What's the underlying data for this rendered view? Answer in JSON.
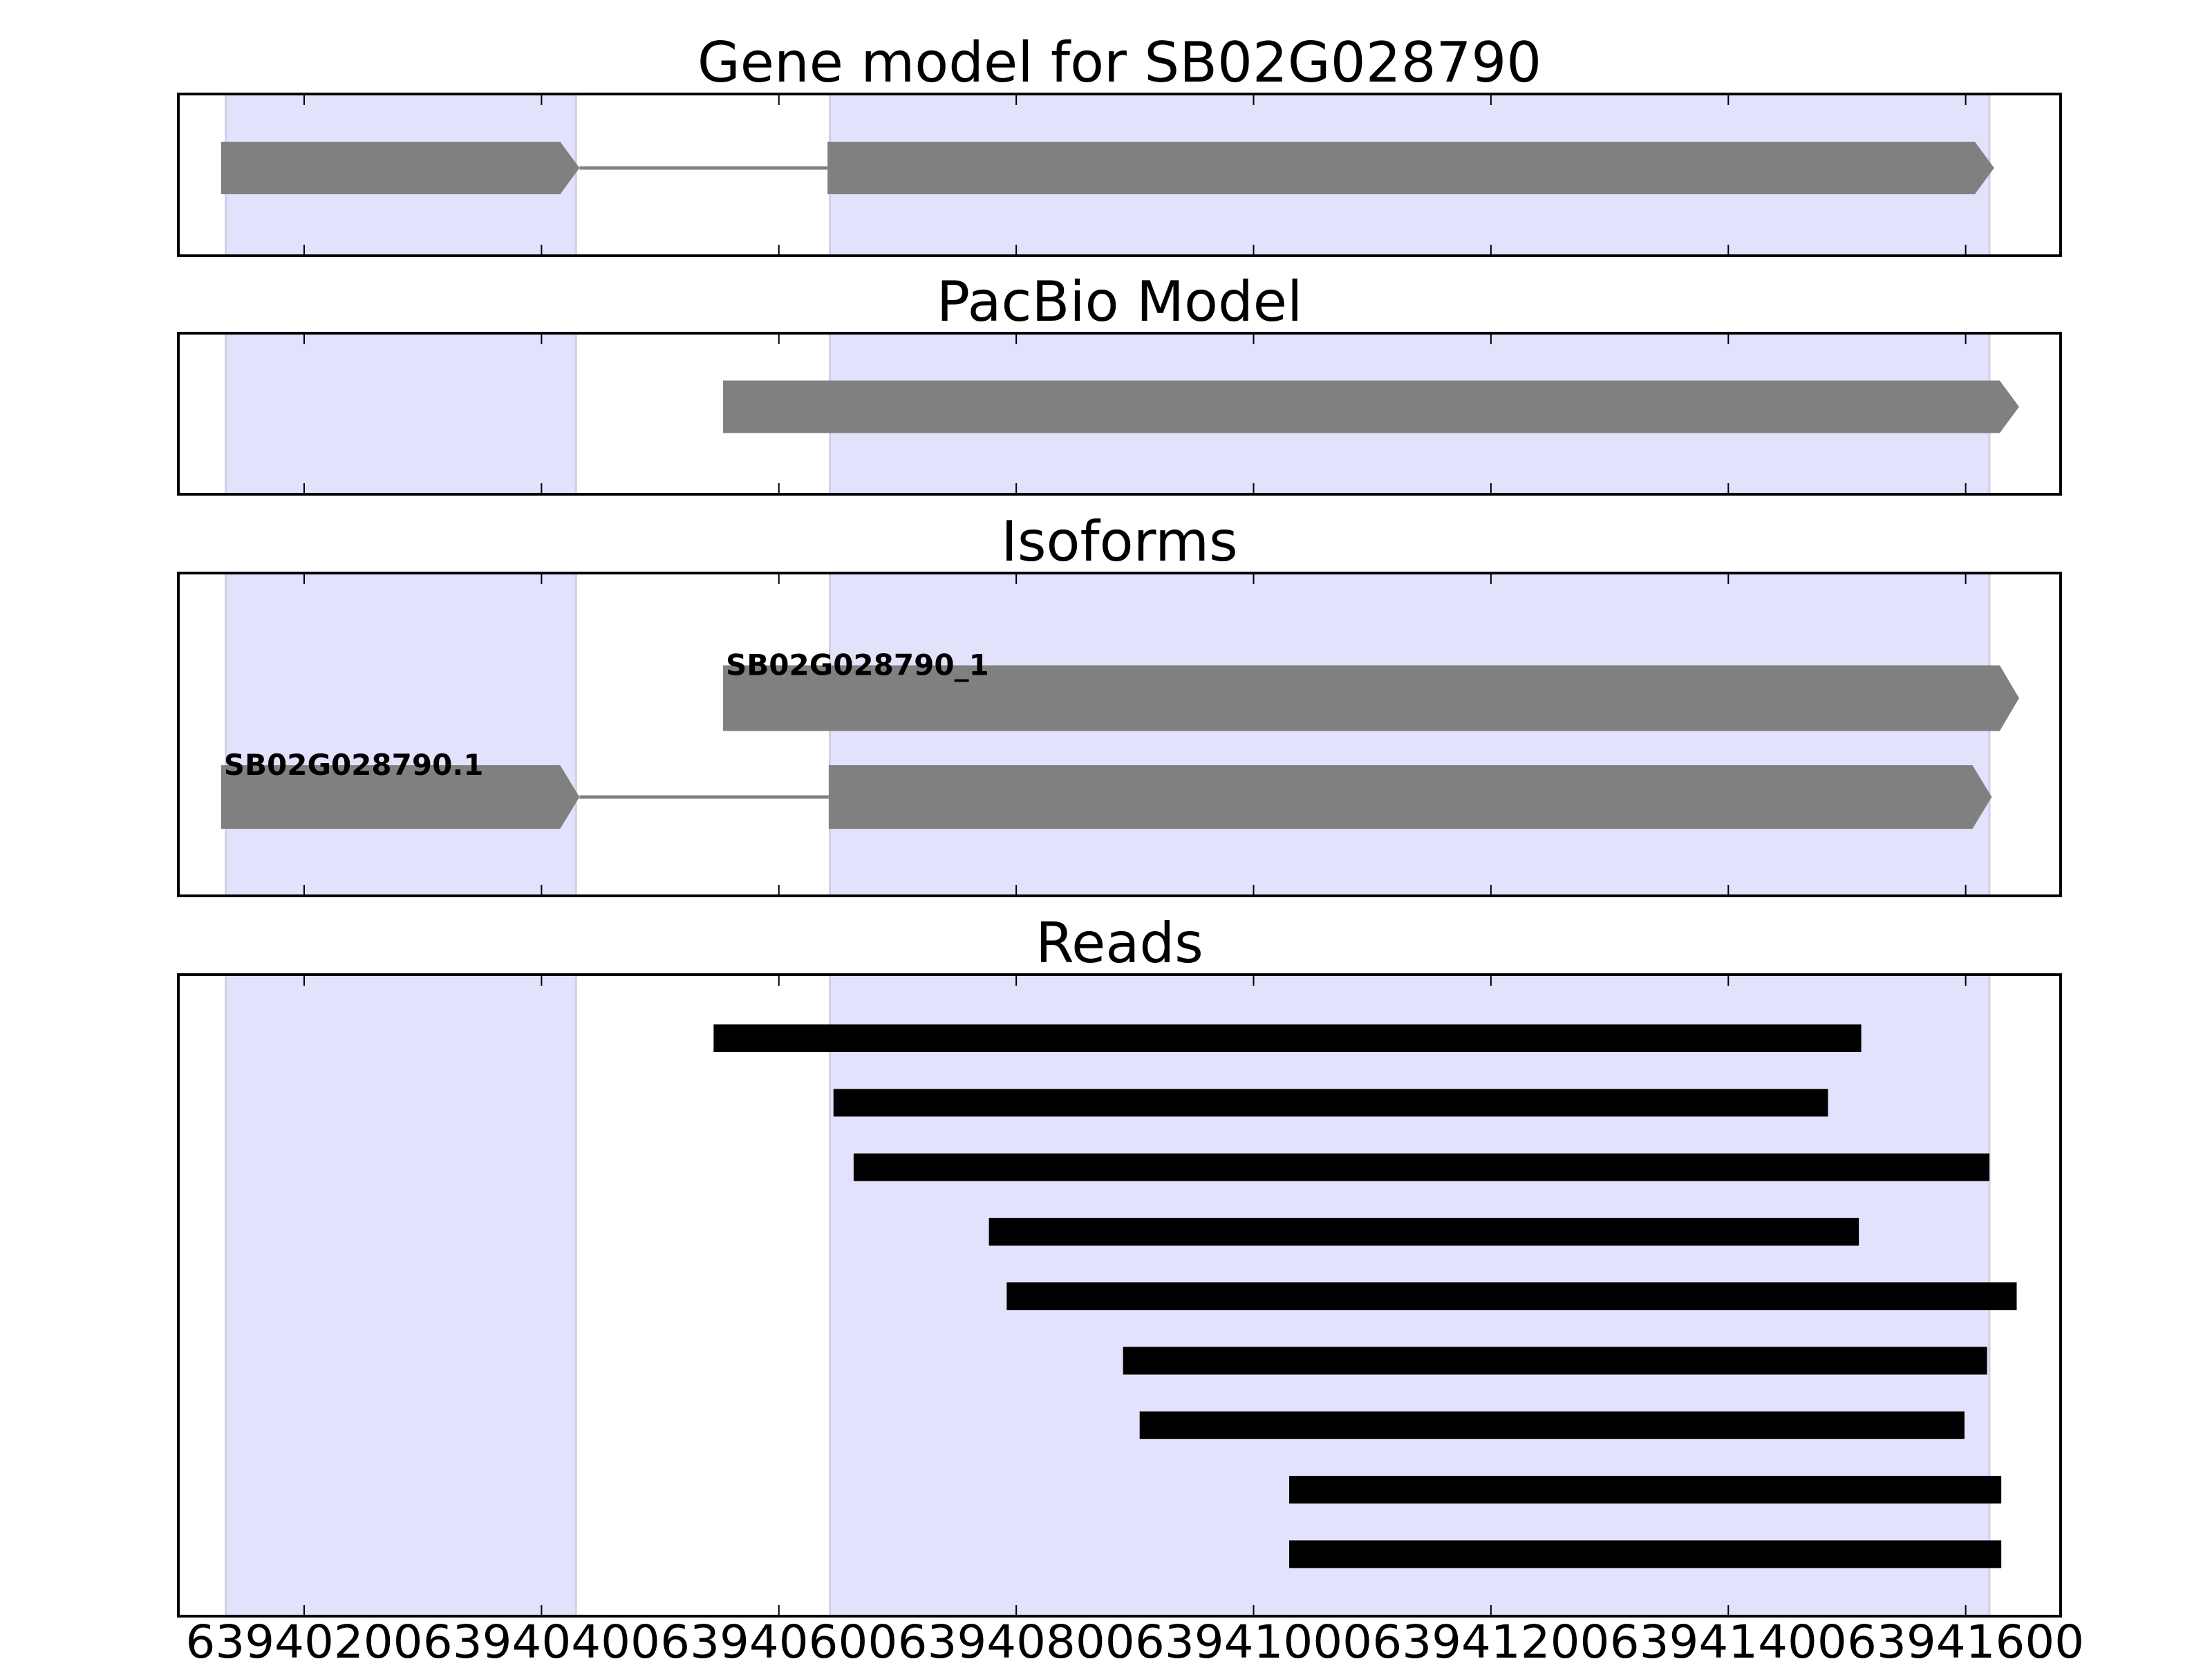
{
  "chart_data": [
    {
      "type": "gene-track",
      "title": "Gene model for SB02G028790",
      "xlim": [
        63940094,
        63941680
      ],
      "features": [
        {
          "name": "",
          "exons": [
            [
              63940130,
              63940432
            ],
            [
              63940641,
              63941624
            ]
          ],
          "strand": "+"
        }
      ]
    },
    {
      "type": "gene-track",
      "title": "PacBio Model",
      "xlim": [
        63940094,
        63941680
      ],
      "features": [
        {
          "name": "",
          "exons": [
            [
              63940553,
              63941645
            ]
          ],
          "strand": "+"
        }
      ]
    },
    {
      "type": "gene-track",
      "title": "Isoforms",
      "xlim": [
        63940094,
        63941680
      ],
      "features": [
        {
          "name": "SB02G028790_1",
          "exons": [
            [
              63940553,
              63941645
            ]
          ],
          "strand": "+"
        },
        {
          "name": "SB02G028790.1",
          "exons": [
            [
              63940130,
              63940432
            ],
            [
              63940642,
              63941622
            ]
          ],
          "strand": "+"
        }
      ]
    },
    {
      "type": "reads",
      "title": "Reads",
      "xlim": [
        63940094,
        63941680
      ],
      "xticks": [
        63940200,
        63940400,
        63940600,
        63940800,
        63941000,
        63941200,
        63941400,
        63941600
      ],
      "xtick_labels": [
        "63940200",
        "63940400",
        "63940600",
        "63940800",
        "63941000",
        "63941200",
        "63941400",
        "63941600"
      ],
      "reads": [
        [
          63940545,
          63941512
        ],
        [
          63940646,
          63941484
        ],
        [
          63940663,
          63941620
        ],
        [
          63940777,
          63941510
        ],
        [
          63940792,
          63941643
        ],
        [
          63940890,
          63941618
        ],
        [
          63940904,
          63941599
        ],
        [
          63941030,
          63941630
        ],
        [
          63941030,
          63941630
        ]
      ]
    }
  ],
  "shaded_exon_regions": [
    [
      63940134,
      63940429
    ],
    [
      63940643,
      63941620
    ]
  ],
  "colors": {
    "shade": "#e2e2fd",
    "shade_edge": "#cfcfe6",
    "feature": "#808080",
    "read": "#000000",
    "axis": "#000000"
  }
}
